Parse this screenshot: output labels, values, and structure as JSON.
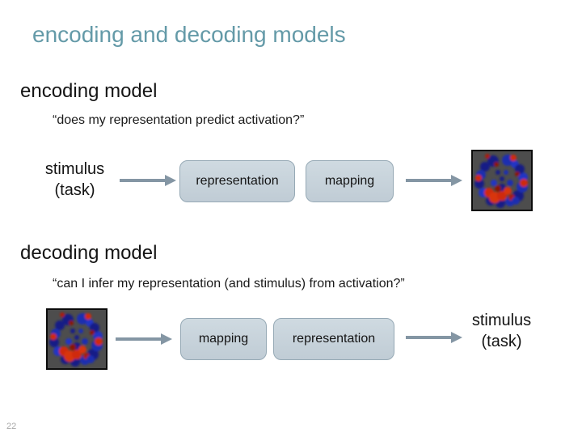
{
  "slide": {
    "title": "encoding and decoding models",
    "page_number": "22"
  },
  "colors": {
    "title_text": "#649aa8",
    "body_text": "#1a1a1a",
    "box_fill": "#c6d2da",
    "box_border": "#96a9b5",
    "arrow": "#8496a4",
    "page_number_text": "#a8a8a8",
    "brain_background": "#4d4d4d",
    "brain_blue": "#1b2fb0",
    "brain_red": "#cf2a0e"
  },
  "icons": {
    "arrow": "arrow-right-icon",
    "brain": "fmri-brain-image"
  },
  "encoding_section": {
    "heading": "encoding model",
    "quote": "“does my representation predict activation?”",
    "flow": {
      "input_label_line1": "stimulus",
      "input_label_line2": "(task)",
      "box1_label": "representation",
      "box2_label": "mapping",
      "output_image": "fMRI brain activation map"
    }
  },
  "decoding_section": {
    "heading": "decoding model",
    "quote": "“can I infer my representation (and stimulus) from activation?”",
    "flow": {
      "input_image": "fMRI brain activation map",
      "box1_label": "mapping",
      "box2_label": "representation",
      "output_label_line1": "stimulus",
      "output_label_line2": "(task)"
    }
  }
}
